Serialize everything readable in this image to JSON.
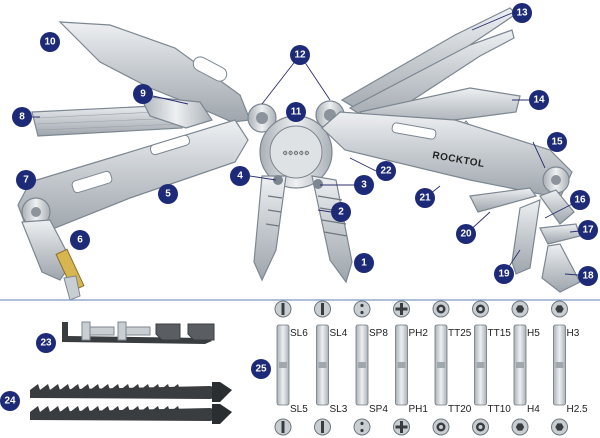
{
  "brand": "ROCKTOL",
  "callouts": {
    "c1": "1",
    "c2": "2",
    "c3": "3",
    "c4": "4",
    "c5": "5",
    "c6": "6",
    "c7": "7",
    "c8": "8",
    "c9": "9",
    "c10": "10",
    "c11": "11",
    "c12": "12",
    "c13": "13",
    "c14": "14",
    "c15": "15",
    "c16": "16",
    "c17": "17",
    "c18": "18",
    "c19": "19",
    "c20": "20",
    "c21": "21",
    "c22": "22",
    "c23": "23",
    "c24": "24",
    "c25": "25"
  },
  "bits": {
    "top": [
      "SL6",
      "SL4",
      "SP8",
      "PH2",
      "TT25",
      "TT15",
      "H5",
      "H3"
    ],
    "bottom": [
      "SL5",
      "SL3",
      "SP4",
      "PH1",
      "TT20",
      "TT10",
      "H4",
      "H2.5"
    ]
  },
  "colors": {
    "callout": "#1c2a78",
    "divider": "#7a9bc4",
    "metal": "#c9ced3"
  }
}
